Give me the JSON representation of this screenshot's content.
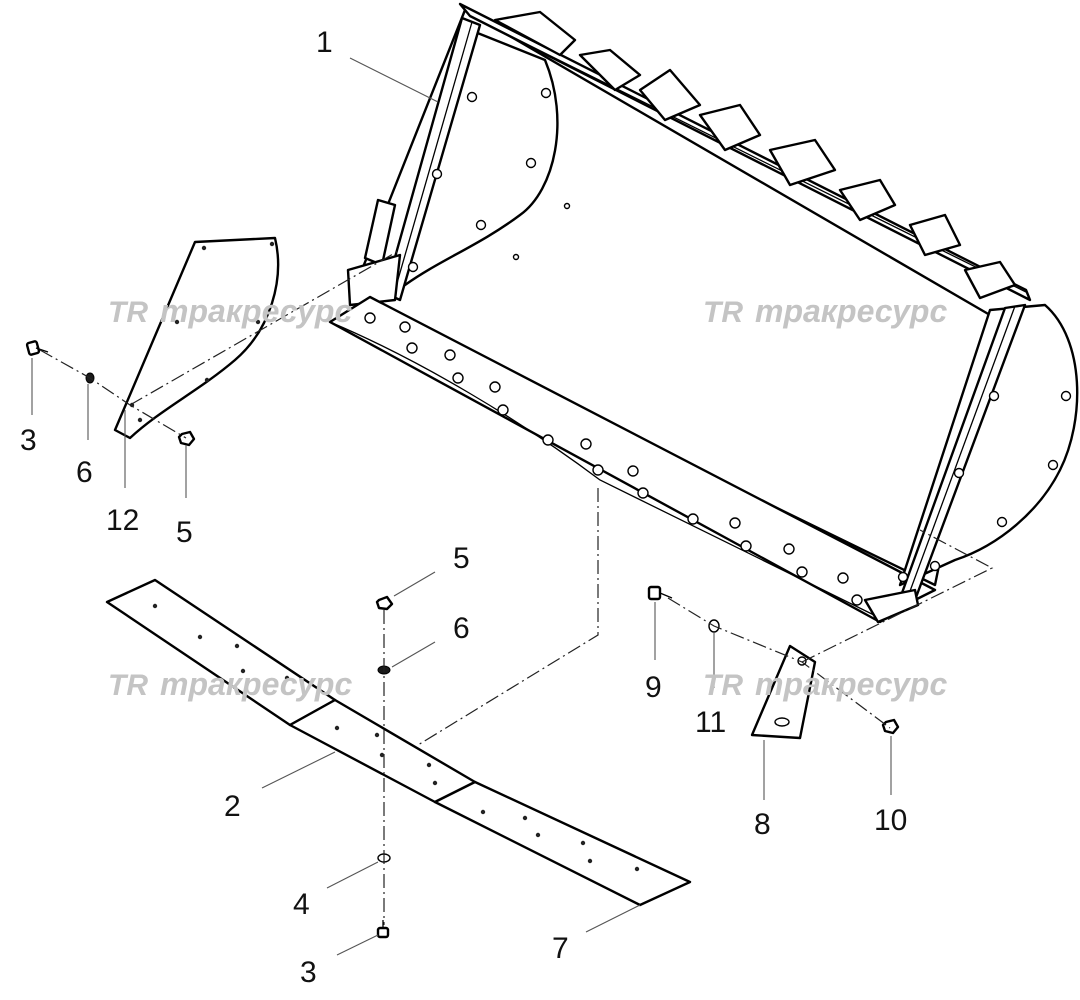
{
  "callouts": [
    {
      "id": "1",
      "label": "1"
    },
    {
      "id": "2",
      "label": "2"
    },
    {
      "id": "3a",
      "label": "3"
    },
    {
      "id": "3b",
      "label": "3"
    },
    {
      "id": "4",
      "label": "4"
    },
    {
      "id": "5a",
      "label": "5"
    },
    {
      "id": "5b",
      "label": "5"
    },
    {
      "id": "6a",
      "label": "6"
    },
    {
      "id": "6b",
      "label": "6"
    },
    {
      "id": "7",
      "label": "7"
    },
    {
      "id": "8",
      "label": "8"
    },
    {
      "id": "9",
      "label": "9"
    },
    {
      "id": "10",
      "label": "10"
    },
    {
      "id": "11",
      "label": "11"
    },
    {
      "id": "12",
      "label": "12"
    }
  ],
  "watermark": {
    "logo": "TR",
    "text": "тракресурс",
    "color": "#c4c4c4"
  }
}
